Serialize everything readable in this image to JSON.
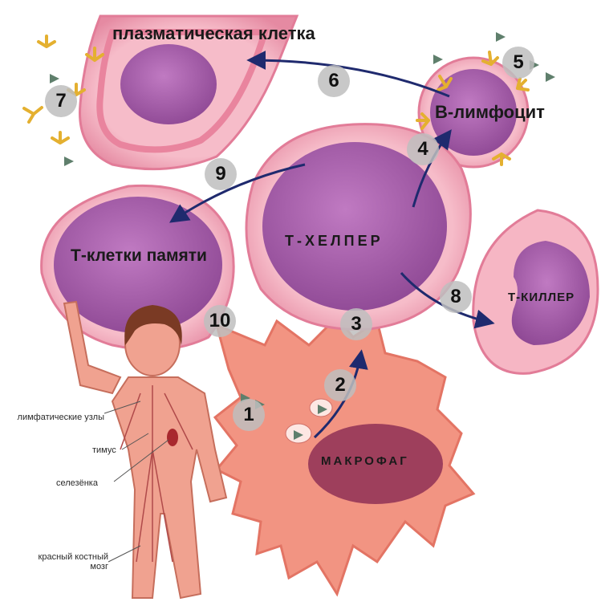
{
  "labels": {
    "plasma_cell": "плазматическая клетка",
    "b_lymphocyte": "В-лимфоцит",
    "t_helper": "Т-ХЕЛПЕР",
    "t_memory": "Т-клетки памяти",
    "t_killer": "Т-КИЛЛЕР",
    "macrophage": "МАКРОФАГ"
  },
  "body_labels": {
    "lymph_nodes": "лимфатические узлы",
    "thymus": "тимус",
    "spleen": "селезёнка",
    "bone_marrow": "красный костный мозг"
  },
  "steps": [
    "1",
    "2",
    "3",
    "4",
    "5",
    "6",
    "7",
    "8",
    "9",
    "10"
  ],
  "colors": {
    "cell_membrane": "#f2a6b8",
    "cell_nucleus": "#a65aa8",
    "macrophage": "#f08878",
    "macrophage_nucleus": "#9a3e5a",
    "arrow": "#1f2a6e",
    "antibody": "#e4b030",
    "antigen": "#5a7a6a"
  }
}
